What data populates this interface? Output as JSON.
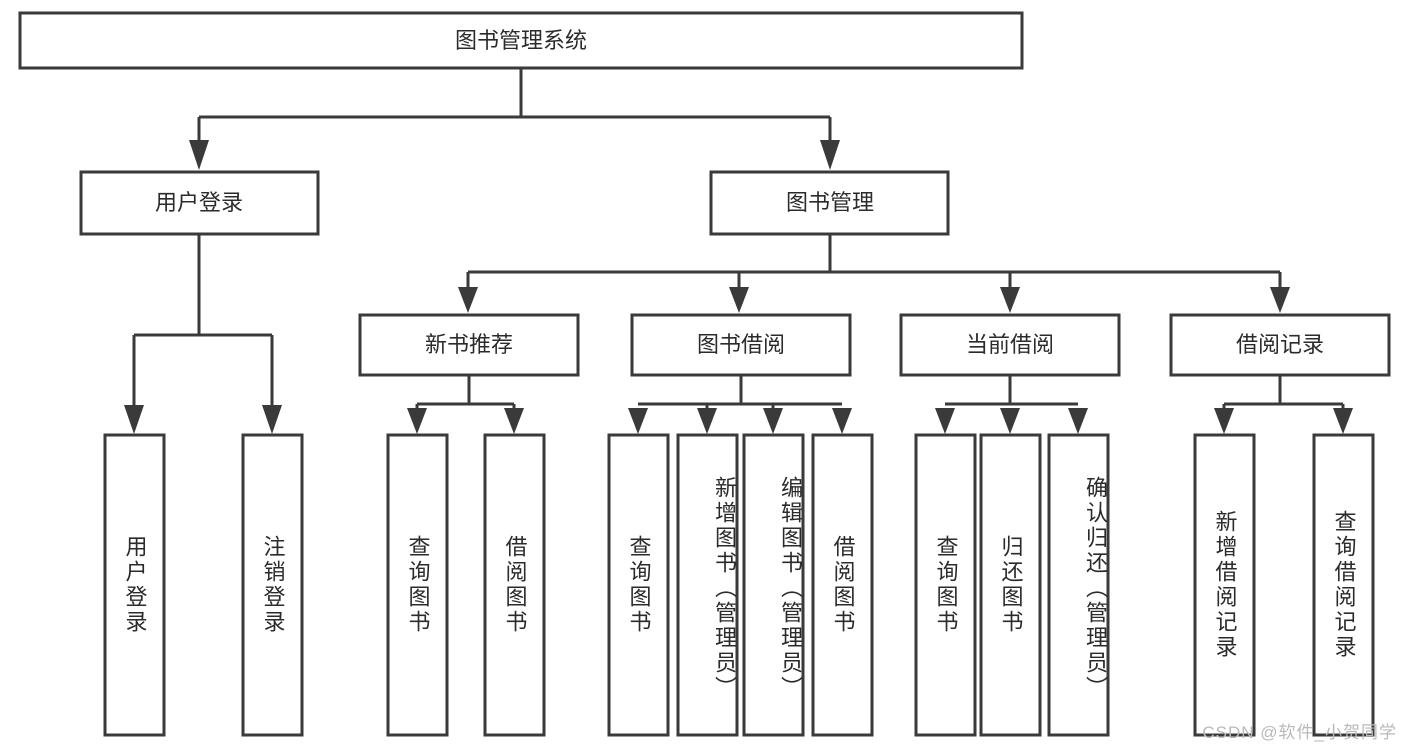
{
  "diagram": {
    "type": "tree",
    "title": "图书管理系统",
    "watermark": "CSDN @软件_小贺同学",
    "colors": {
      "box_stroke": "#3a3a3a",
      "box_fill": "#ffffff",
      "text": "#2b2b2b",
      "background": "#ffffff",
      "watermark": "#b9b9b9"
    },
    "levels": {
      "root": {
        "label": "图书管理系统"
      },
      "level2": [
        {
          "label": "用户登录"
        },
        {
          "label": "图书管理"
        }
      ],
      "level3": [
        {
          "label": "新书推荐"
        },
        {
          "label": "图书借阅"
        },
        {
          "label": "当前借阅"
        },
        {
          "label": "借阅记录"
        }
      ]
    },
    "leaves": {
      "user_login": [
        {
          "label": "用户登录"
        },
        {
          "label": "注销登录"
        }
      ],
      "new_book_recommend": [
        {
          "label": "查询图书"
        },
        {
          "label": "借阅图书"
        }
      ],
      "book_borrow": [
        {
          "label": "查询图书"
        },
        {
          "label": "新增图书（管理员）"
        },
        {
          "label": "编辑图书（管理员）"
        },
        {
          "label": "借阅图书"
        }
      ],
      "current_borrow": [
        {
          "label": "查询图书"
        },
        {
          "label": "归还图书"
        },
        {
          "label": "确认归还（管理员）"
        }
      ],
      "borrow_record": [
        {
          "label": "新增借阅记录"
        },
        {
          "label": "查询借阅记录"
        }
      ]
    }
  }
}
